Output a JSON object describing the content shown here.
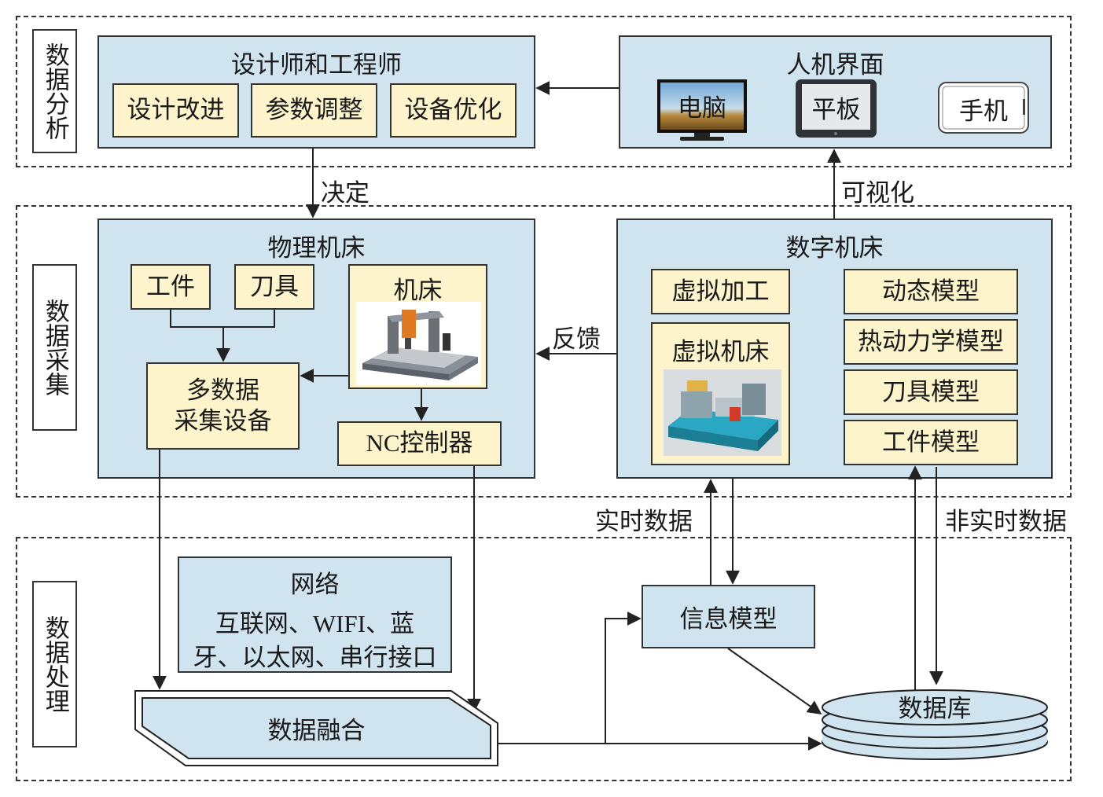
{
  "layers": {
    "analysis": "数据分析",
    "collection": "数据采集",
    "processing": "数据处理"
  },
  "designers": {
    "title": "设计师和工程师",
    "items": [
      "设计改进",
      "参数调整",
      "设备优化"
    ]
  },
  "hmi": {
    "title": "人机界面",
    "devices": [
      "电脑",
      "平板",
      "手机"
    ]
  },
  "physical": {
    "title": "物理机床",
    "workpiece": "工件",
    "tool": "刀具",
    "machine": "机床",
    "collector": "多数据\n采集设备",
    "nc": "NC控制器"
  },
  "digital": {
    "title": "数字机床",
    "virtual_machining": "虚拟加工",
    "virtual_machine": "虚拟机床",
    "models": [
      "动态模型",
      "热动力学模型",
      "刀具模型",
      "工件模型"
    ]
  },
  "network": {
    "title": "网络",
    "line1": "互联网、WIFI、蓝",
    "line2": "牙、以太网、串行接口"
  },
  "processing": {
    "fusion": "数据融合",
    "info_model": "信息模型",
    "database": "数据库"
  },
  "arrows": {
    "decide": "决定",
    "visualize": "可视化",
    "feedback": "反馈",
    "realtime": "实时数据",
    "non_realtime": "非实时数据"
  }
}
